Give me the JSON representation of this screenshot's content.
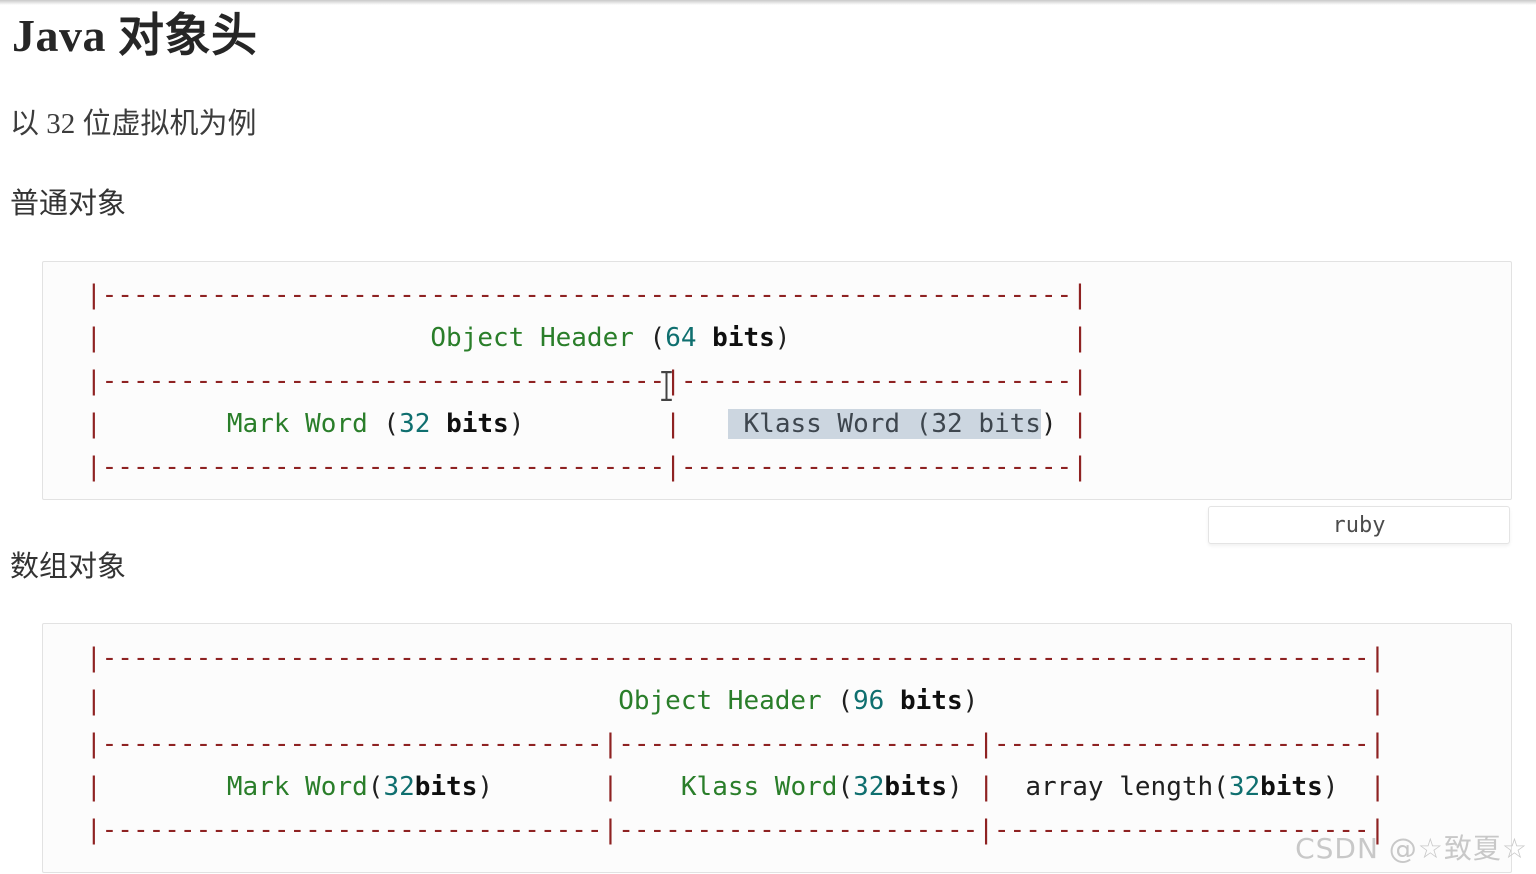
{
  "page": {
    "title": "Java 对象头",
    "subtitle": "以 32 位虚拟机为例",
    "watermark": "CSDN @☆致夏☆"
  },
  "colors": {
    "dash": "#8e2222",
    "green": "#2a7e2a",
    "number": "#0f6f6f",
    "plain": "#202020",
    "bold": "#0f0f0f",
    "selection_bg": "#ccd6e0",
    "selection_text": "#3e464e",
    "badge_text": "#4c4c4c",
    "watermark": "#c8c8c8"
  },
  "sections": [
    {
      "heading": "普通对象",
      "language_badge": "ruby",
      "code_lines": [
        [
          {
            "c": "dash",
            "t": "|"
          },
          {
            "c": "dash",
            "r": "-",
            "n": 62
          },
          {
            "c": "dash",
            "t": "|"
          }
        ],
        [
          {
            "c": "dash",
            "t": "|"
          },
          {
            "c": "pln",
            "r": " ",
            "n": 21
          },
          {
            "c": "grn",
            "t": "Object Header"
          },
          {
            "c": "pln",
            "t": " ("
          },
          {
            "c": "num",
            "t": "64"
          },
          {
            "c": "pln",
            "t": " "
          },
          {
            "c": "bld",
            "t": "bits"
          },
          {
            "c": "pln",
            "t": ")"
          },
          {
            "c": "pln",
            "r": " ",
            "n": 18
          },
          {
            "c": "dash",
            "t": "|"
          }
        ],
        [
          {
            "c": "dash",
            "t": "|"
          },
          {
            "c": "dash",
            "r": "-",
            "n": 36
          },
          {
            "c": "dash",
            "t": "|"
          },
          {
            "c": "dash",
            "r": "-",
            "n": 25
          },
          {
            "c": "dash",
            "t": "|"
          }
        ],
        [
          {
            "c": "dash",
            "t": "|"
          },
          {
            "c": "pln",
            "r": " ",
            "n": 8
          },
          {
            "c": "grn",
            "t": "Mark Word"
          },
          {
            "c": "pln",
            "t": " ("
          },
          {
            "c": "num",
            "t": "32"
          },
          {
            "c": "pln",
            "t": " "
          },
          {
            "c": "bld",
            "t": "bits"
          },
          {
            "c": "pln",
            "t": ")"
          },
          {
            "c": "pln",
            "r": " ",
            "n": 9
          },
          {
            "c": "dash",
            "t": "|"
          },
          {
            "c": "pln",
            "r": " ",
            "n": 3
          },
          {
            "c": "sel",
            "t": " Klass Word (32 bits"
          },
          {
            "c": "pln",
            "t": ") "
          },
          {
            "c": "dash",
            "t": "|"
          }
        ],
        [
          {
            "c": "dash",
            "t": "|"
          },
          {
            "c": "dash",
            "r": "-",
            "n": 36
          },
          {
            "c": "dash",
            "t": "|"
          },
          {
            "c": "dash",
            "r": "-",
            "n": 25
          },
          {
            "c": "dash",
            "t": "|"
          }
        ]
      ]
    },
    {
      "heading": "数组对象",
      "code_lines": [
        [
          {
            "c": "dash",
            "t": "|"
          },
          {
            "c": "dash",
            "r": "-",
            "n": 81
          },
          {
            "c": "dash",
            "t": "|"
          }
        ],
        [
          {
            "c": "dash",
            "t": "|"
          },
          {
            "c": "pln",
            "r": " ",
            "n": 33
          },
          {
            "c": "grn",
            "t": "Object Header"
          },
          {
            "c": "pln",
            "t": " ("
          },
          {
            "c": "num",
            "t": "96"
          },
          {
            "c": "pln",
            "t": " "
          },
          {
            "c": "bld",
            "t": "bits"
          },
          {
            "c": "pln",
            "t": ")"
          },
          {
            "c": "pln",
            "r": " ",
            "n": 25
          },
          {
            "c": "dash",
            "t": "|"
          }
        ],
        [
          {
            "c": "dash",
            "t": "|"
          },
          {
            "c": "dash",
            "r": "-",
            "n": 32
          },
          {
            "c": "dash",
            "t": "|"
          },
          {
            "c": "dash",
            "r": "-",
            "n": 23
          },
          {
            "c": "dash",
            "t": "|"
          },
          {
            "c": "dash",
            "r": "-",
            "n": 24
          },
          {
            "c": "dash",
            "t": "|"
          }
        ],
        [
          {
            "c": "dash",
            "t": "|"
          },
          {
            "c": "pln",
            "r": " ",
            "n": 8
          },
          {
            "c": "grn",
            "t": "Mark Word"
          },
          {
            "c": "pln",
            "t": "("
          },
          {
            "c": "num",
            "t": "32"
          },
          {
            "c": "bld",
            "t": "bits"
          },
          {
            "c": "pln",
            "t": ")"
          },
          {
            "c": "pln",
            "r": " ",
            "n": 7
          },
          {
            "c": "dash",
            "t": "|"
          },
          {
            "c": "pln",
            "r": " ",
            "n": 4
          },
          {
            "c": "grn",
            "t": "Klass Word"
          },
          {
            "c": "pln",
            "t": "("
          },
          {
            "c": "num",
            "t": "32"
          },
          {
            "c": "bld",
            "t": "bits"
          },
          {
            "c": "pln",
            "t": ") "
          },
          {
            "c": "dash",
            "t": "|"
          },
          {
            "c": "pln",
            "r": " ",
            "n": 2
          },
          {
            "c": "pln",
            "t": "array length"
          },
          {
            "c": "pln",
            "t": "("
          },
          {
            "c": "num",
            "t": "32"
          },
          {
            "c": "bld",
            "t": "bits"
          },
          {
            "c": "pln",
            "t": ")"
          },
          {
            "c": "pln",
            "r": " ",
            "n": 2
          },
          {
            "c": "dash",
            "t": "|"
          }
        ],
        [
          {
            "c": "dash",
            "t": "|"
          },
          {
            "c": "dash",
            "r": "-",
            "n": 32
          },
          {
            "c": "dash",
            "t": "|"
          },
          {
            "c": "dash",
            "r": "-",
            "n": 23
          },
          {
            "c": "dash",
            "t": "|"
          },
          {
            "c": "dash",
            "r": "-",
            "n": 24
          },
          {
            "c": "dash",
            "t": "|"
          }
        ]
      ]
    }
  ]
}
